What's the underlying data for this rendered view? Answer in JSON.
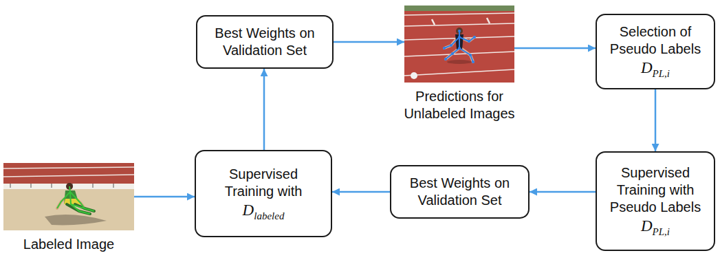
{
  "diagram": {
    "nodes": [
      {
        "text": [
          "Best Weights on Validation Set"
        ]
      },
      {
        "text": [
          "Predictions for Unlabeled Images"
        ]
      },
      {
        "text": [
          "Selection of Pseudo Labels",
          "D",
          "PL,i"
        ]
      },
      {
        "text": [
          "Labeled Image"
        ]
      },
      {
        "text": [
          "Supervised Training with",
          "D",
          "labeled"
        ]
      },
      {
        "text": [
          "Best Weights on Validation Set"
        ]
      },
      {
        "text": [
          "Supervised Training with Pseudo Labels",
          "D",
          "PL,i"
        ]
      }
    ],
    "edges": [
      {
        "from": 3,
        "to": 4,
        "arrow": "to"
      },
      {
        "from": 4,
        "to": 0,
        "arrow": "to"
      },
      {
        "from": 0,
        "to": 1,
        "arrow": "to"
      },
      {
        "from": 1,
        "to": 2,
        "arrow": "to"
      },
      {
        "from": 2,
        "to": 6,
        "arrow": "to"
      },
      {
        "from": 6,
        "to": 5,
        "arrow": "to"
      },
      {
        "from": 5,
        "to": 4,
        "arrow": "to"
      }
    ]
  }
}
